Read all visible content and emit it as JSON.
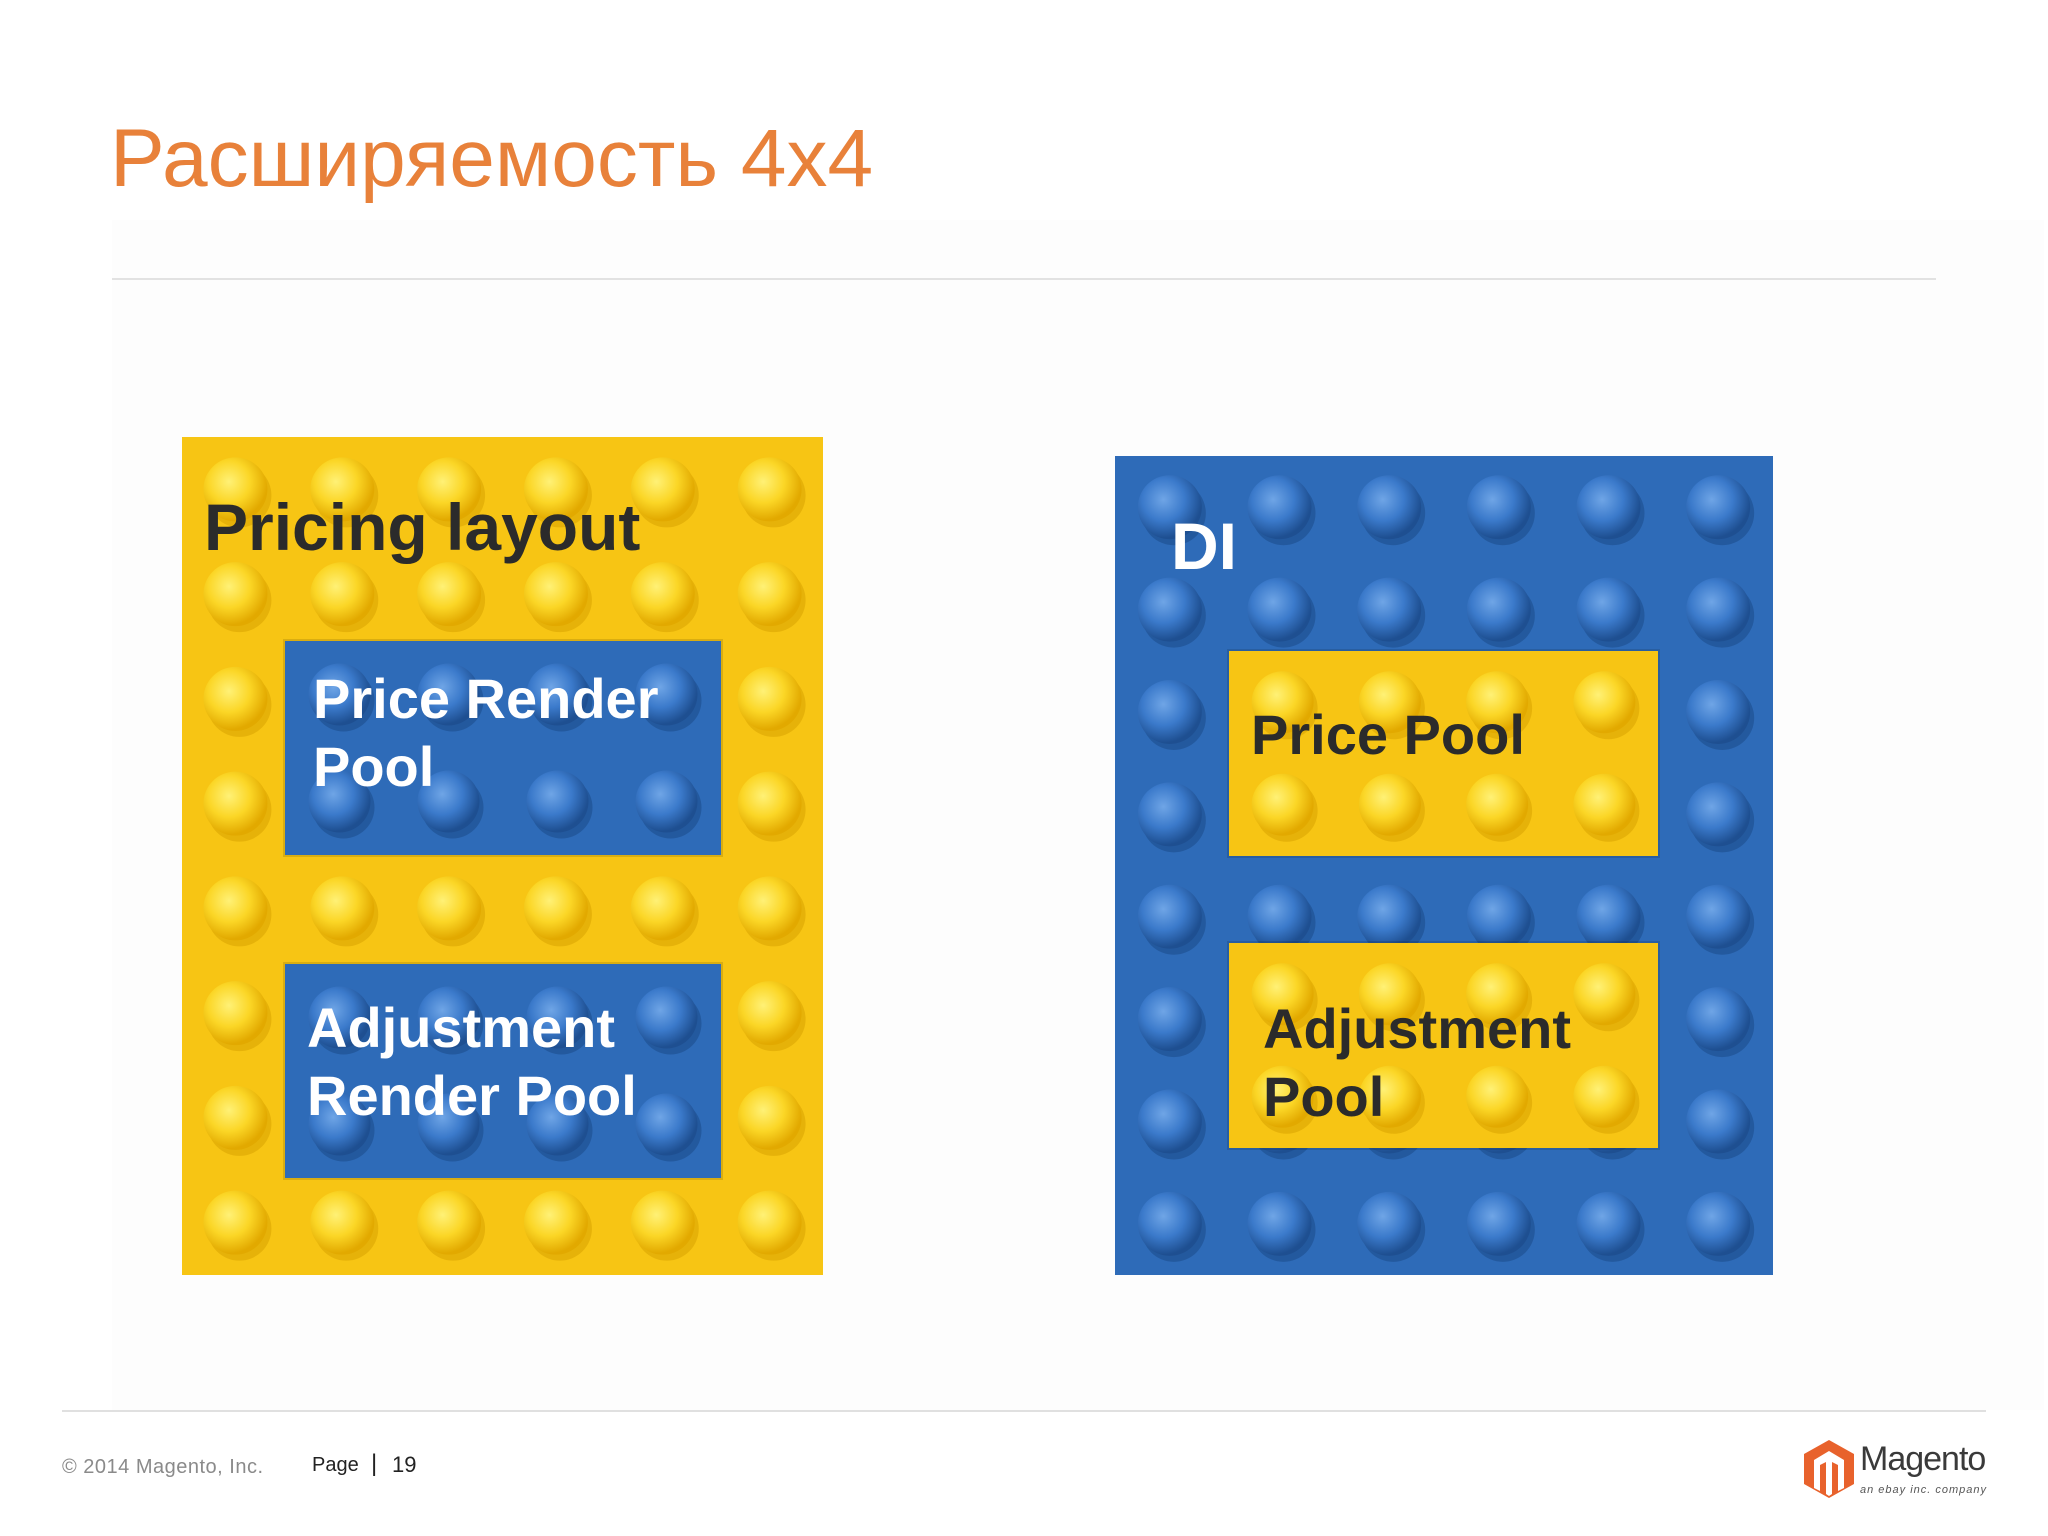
{
  "slide": {
    "title": "Расширяемость 4x4"
  },
  "left_board": {
    "label": "Pricing layout",
    "bricks": [
      {
        "text": "Price Render\nPool"
      },
      {
        "text": "Adjustment\nRender Pool"
      }
    ]
  },
  "right_board": {
    "label": "DI",
    "bricks": [
      {
        "text": "Price Pool"
      },
      {
        "text": "Adjustment\nPool"
      }
    ]
  },
  "footer": {
    "copyright": "© 2014 Magento, Inc.",
    "page_label": "Page",
    "separator": "|",
    "page_number": "19",
    "logo_text": "Magento",
    "logo_subtext": "an ebay inc. company"
  },
  "colors": {
    "title": "#e8813a",
    "brick_yellow": "#f7c514",
    "brick_blue": "#2e6bb8"
  }
}
